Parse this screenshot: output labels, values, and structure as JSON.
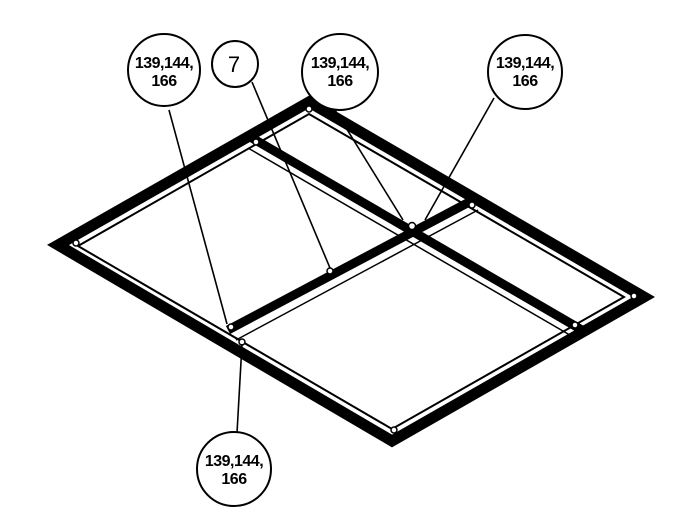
{
  "figure": {
    "colors": {
      "ink": "#000000",
      "paper": "#ffffff"
    }
  },
  "callouts": [
    {
      "id": "top-left",
      "lines": [
        "139,144,",
        "166"
      ]
    },
    {
      "id": "seven",
      "lines": [
        "7"
      ]
    },
    {
      "id": "top-mid",
      "lines": [
        "139,144,",
        "166"
      ]
    },
    {
      "id": "top-right",
      "lines": [
        "139,144,",
        "166"
      ]
    },
    {
      "id": "bottom",
      "lines": [
        "139,144,",
        "166"
      ]
    }
  ]
}
